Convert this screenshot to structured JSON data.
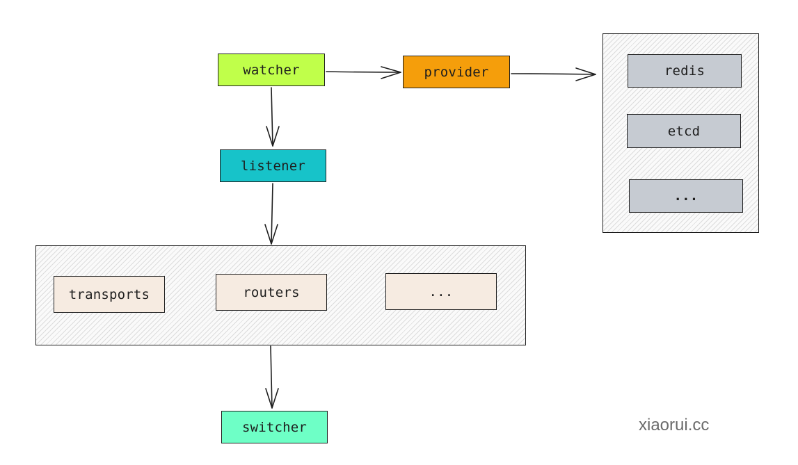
{
  "nodes": {
    "watcher": {
      "label": "watcher",
      "color": "#c0ff4a"
    },
    "provider": {
      "label": "provider",
      "color": "#f59e0b"
    },
    "listener": {
      "label": "listener",
      "color": "#17c3c9"
    },
    "switcher": {
      "label": "switcher",
      "color": "#6effc6"
    }
  },
  "provider_backends": {
    "items": [
      {
        "label": "redis"
      },
      {
        "label": "etcd"
      },
      {
        "label": "..."
      }
    ],
    "color": "#c6cbd2"
  },
  "listener_targets": {
    "items": [
      {
        "label": "transports"
      },
      {
        "label": "routers"
      },
      {
        "label": "..."
      }
    ],
    "color": "#f6ebe1"
  },
  "watermark": "xiaorui.cc"
}
